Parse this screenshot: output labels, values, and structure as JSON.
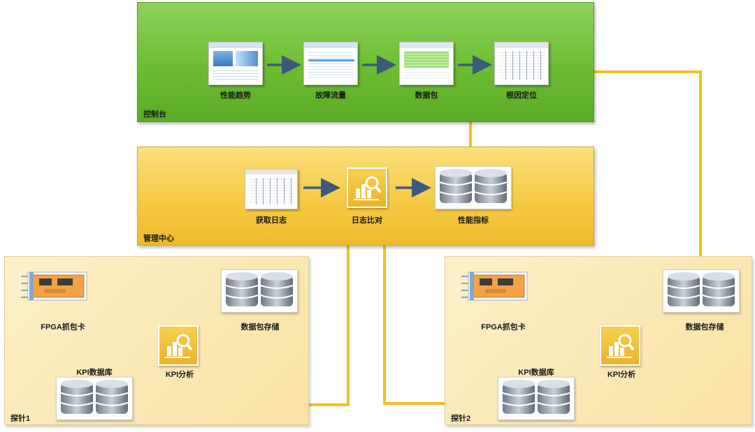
{
  "console": {
    "title": "控制台",
    "steps": [
      {
        "label": "性能趋势"
      },
      {
        "label": "故障流量"
      },
      {
        "label": "数据包"
      },
      {
        "label": "根因定位"
      }
    ]
  },
  "management": {
    "title": "管理中心",
    "steps": [
      {
        "label": "获取日志"
      },
      {
        "label": "日志比对"
      },
      {
        "label": "性能指标"
      }
    ]
  },
  "probe1": {
    "title": "探针1",
    "fpga_label": "FPGA抓包卡",
    "storage_label": "数据包存储",
    "analysis_label": "KPI分析",
    "kpi_db_label": "KPI数据库"
  },
  "probe2": {
    "title": "探针2",
    "fpga_label": "FPGA抓包卡",
    "storage_label": "数据包存储",
    "analysis_label": "KPI分析",
    "kpi_db_label": "KPI数据库"
  },
  "colors": {
    "connector": "#f5c01e",
    "arrow": "#3e5a7a",
    "console_bg": "#6cbd33",
    "management_bg": "#f5c842",
    "probe_bg": "#fbe8b5"
  }
}
